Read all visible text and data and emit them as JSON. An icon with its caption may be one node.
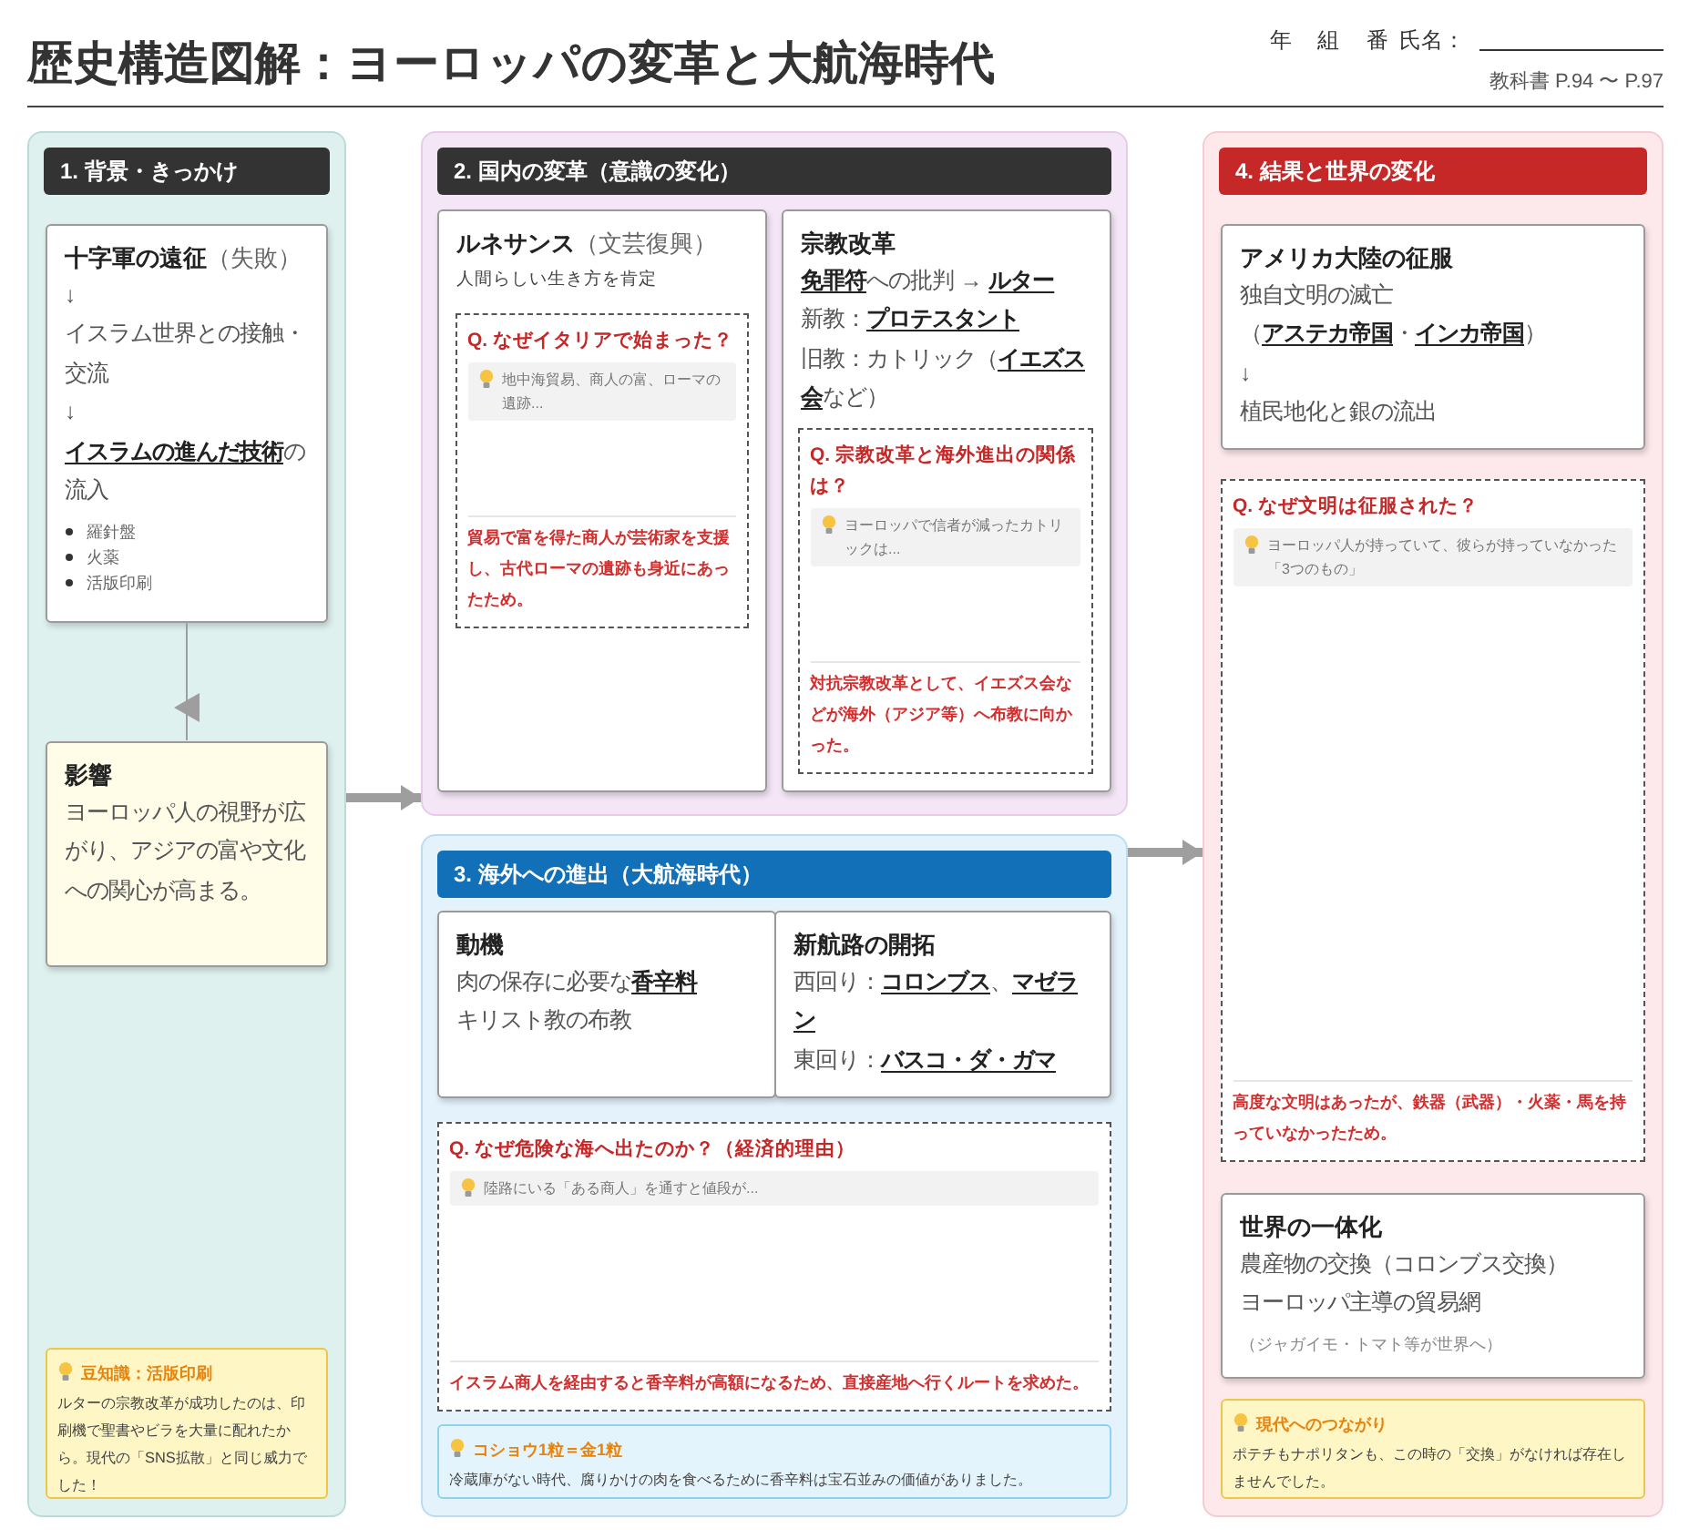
{
  "diagram": {
    "title": "歴史構造図解：ヨーロッパの変革と大航海時代",
    "nodes": [
      {
        "text": [
          "1. 背景・きっかけ"
        ]
      },
      {
        "text": [
          "**十字軍の遠征**（失敗）",
          "↓",
          "イスラム世界との接触・交流",
          "↓",
          "**イスラムの進んだ技術**の流入",
          "羅針盤",
          "火薬",
          "活版印刷"
        ],
        "in": 0
      },
      {
        "text": [
          "影響",
          "ヨーロッパ人の視野が広がり、アジアの富や文化への関心が高まる。"
        ],
        "in": 0
      },
      {
        "text": [
          "豆知識：活版印刷",
          "ルターの宗教改革が成功したのは、印刷機で聖書やビラを大量に配れたから。現代の「SNS拡散」と同じ威力でした！"
        ],
        "in": 0
      },
      {
        "text": [
          "2. 国内の変革（意識の変化）"
        ]
      },
      {
        "text": [
          "**ルネサンス**（文芸復興）",
          "人間らしい生き方を肯定"
        ],
        "in": 4
      },
      {
        "text": [
          "Q. なぜイタリアで始まった？",
          "地中海貿易、商人の富、ローマの遺跡...",
          "貿易で富を得た商人が芸術家を支援し、古代ローマの遺跡も身近にあったため。"
        ],
        "in": 5
      },
      {
        "text": [
          "宗教改革",
          "**免罪符**への批判 → **ルター**",
          "新教：**プロテスタント**",
          "旧教：カトリック（**イエズス会**など）"
        ],
        "in": 4
      },
      {
        "text": [
          "Q. 宗教改革と海外進出の関係は？",
          "ヨーロッパで信者が減ったカトリックは...",
          "対抗宗教改革として、イエズス会などが海外（アジア等）へ布教に向かった。"
        ],
        "in": 7
      },
      {
        "text": [
          "3. 海外への進出（大航海時代）"
        ]
      },
      {
        "text": [
          "動機",
          "肉の保存に必要な**香辛料**",
          "キリスト教の布教"
        ],
        "in": 9
      },
      {
        "text": [
          "新航路の開拓",
          "西回り：**コロンブス**、**マゼラン**",
          "東回り：**バスコ・ダ・ガマ**"
        ],
        "in": 9
      },
      {
        "text": [
          "Q. なぜ危険な海へ出たのか？（経済的理由）",
          "陸路にいる「ある商人」を通すと値段が...",
          "イスラム商人を経由すると香辛料が高額になるため、直接産地へ行くルートを求めた。"
        ],
        "in": 9
      },
      {
        "text": [
          "コショウ1粒＝金1粒",
          "冷蔵庫がない時代、腐りかけの肉を食べるために香辛料は宝石並みの価値がありました。"
        ],
        "in": 9
      },
      {
        "text": [
          "4. 結果と世界の変化"
        ]
      },
      {
        "text": [
          "アメリカ大陸の征服",
          "独自文明の滅亡",
          "（**アステカ帝国**・**インカ帝国**）",
          "↓",
          "植民地化と銀の流出"
        ],
        "in": 14
      },
      {
        "text": [
          "Q. なぜ文明は征服された？",
          "ヨーロッパ人が持っていて、彼らが持っていなかった「3つのもの」",
          "高度な文明はあったが、鉄器（武器）・火薬・馬を持っていなかったため。"
        ],
        "in": 14
      },
      {
        "text": [
          "世界の一体化",
          "農産物の交換（コロンブス交換）",
          "ヨーロッパ主導の貿易網",
          "（ジャガイモ・トマト等が世界へ）"
        ],
        "in": 14
      },
      {
        "text": [
          "現代へのつながり",
          "ポテチもナポリタンも、この時の「交換」がなければ存在しませんでした。"
        ],
        "in": 14
      }
    ],
    "edges": [
      {
        "from": 1,
        "to": 2,
        "arrow": "to"
      },
      {
        "from": 0,
        "to": 4,
        "arrow": "to"
      },
      {
        "from": 9,
        "to": 14,
        "arrow": "to"
      }
    ],
    "labels": [
      "年",
      "組",
      "番",
      "氏名：",
      "教科書 P.94 〜 P.97"
    ]
  }
}
